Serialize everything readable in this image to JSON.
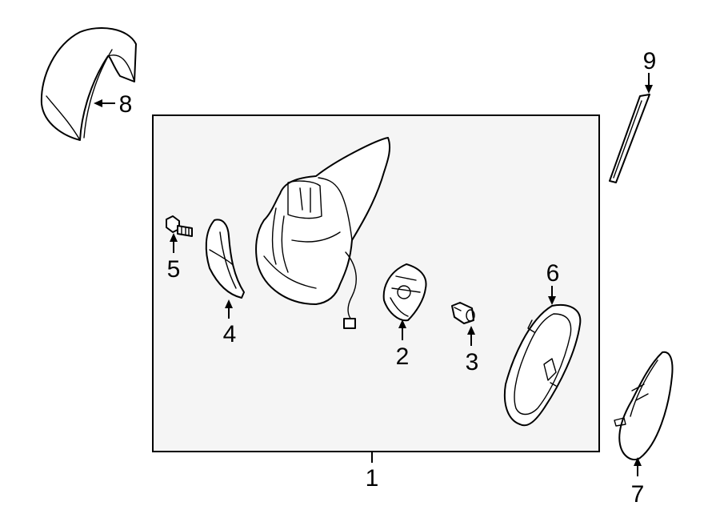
{
  "diagram": {
    "colors": {
      "line": "#000000",
      "background": "#ffffff",
      "frame_fill": "#f5f5f5"
    },
    "callouts": [
      {
        "id": "1",
        "label": "1"
      },
      {
        "id": "2",
        "label": "2"
      },
      {
        "id": "3",
        "label": "3"
      },
      {
        "id": "4",
        "label": "4"
      },
      {
        "id": "5",
        "label": "5"
      },
      {
        "id": "6",
        "label": "6"
      },
      {
        "id": "7",
        "label": "7"
      },
      {
        "id": "8",
        "label": "8"
      },
      {
        "id": "9",
        "label": "9"
      }
    ]
  }
}
